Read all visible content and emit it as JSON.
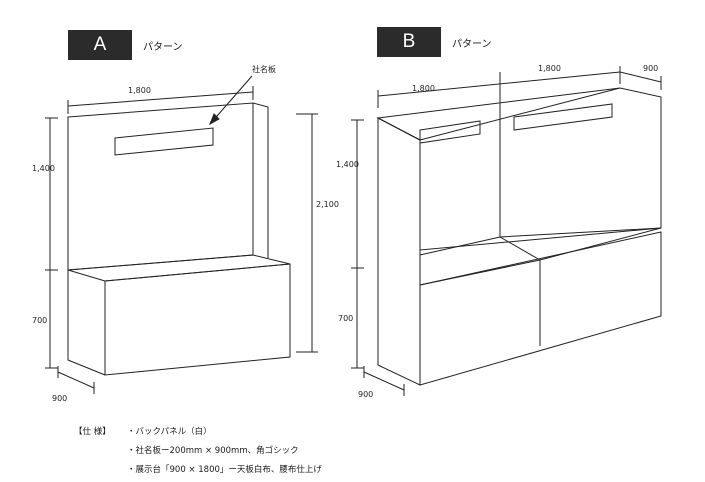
{
  "pattern_a": {
    "badge": "A",
    "label": "パターン",
    "width_dim": "1,800",
    "upper_height_dim": "1,400",
    "lower_height_dim": "700",
    "total_height_dim": "2,100",
    "depth_dim": "900",
    "callout": "社名板"
  },
  "pattern_b": {
    "badge": "B",
    "label": "パターン",
    "width_dim_left": "1,800",
    "width_dim_right": "1,800",
    "depth_dim_top": "900",
    "upper_height_dim": "1,400",
    "lower_height_dim": "700",
    "depth_dim_bottom": "900"
  },
  "spec": {
    "heading": "【仕 様】",
    "lines": [
      "・バックパネル（白）",
      "・社名板ー200mm × 900mm、角ゴシック",
      "・展示台「900 × 1800」ー天板白布、腰布仕上げ"
    ]
  }
}
